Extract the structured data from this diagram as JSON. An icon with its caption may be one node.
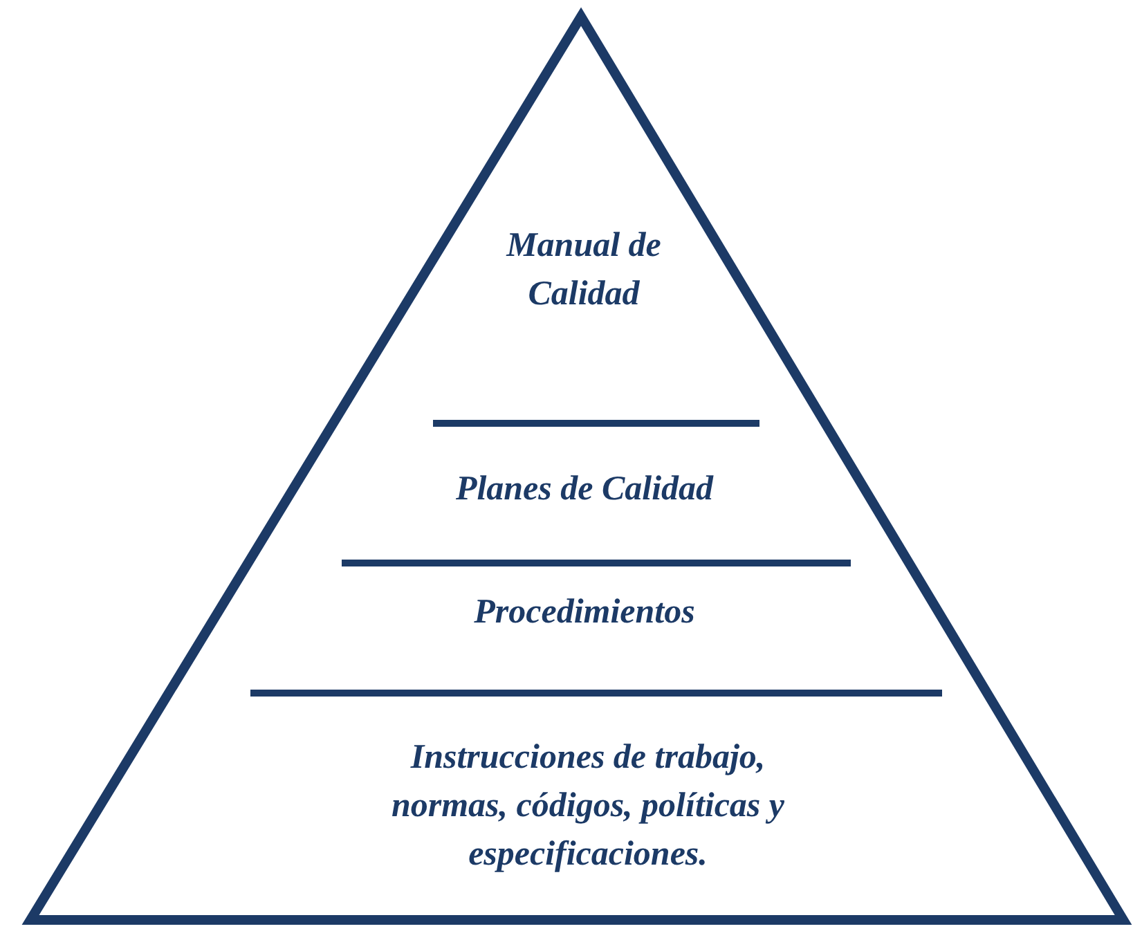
{
  "diagram": {
    "nodes": [
      {
        "text": [
          "Manual de Calidad"
        ]
      },
      {
        "text": [
          "Planes de Calidad"
        ]
      },
      {
        "text": [
          "Procedimientos"
        ]
      },
      {
        "text": [
          "Instrucciones de trabajo, normas, códigos, políticas y especificaciones."
        ]
      }
    ]
  }
}
